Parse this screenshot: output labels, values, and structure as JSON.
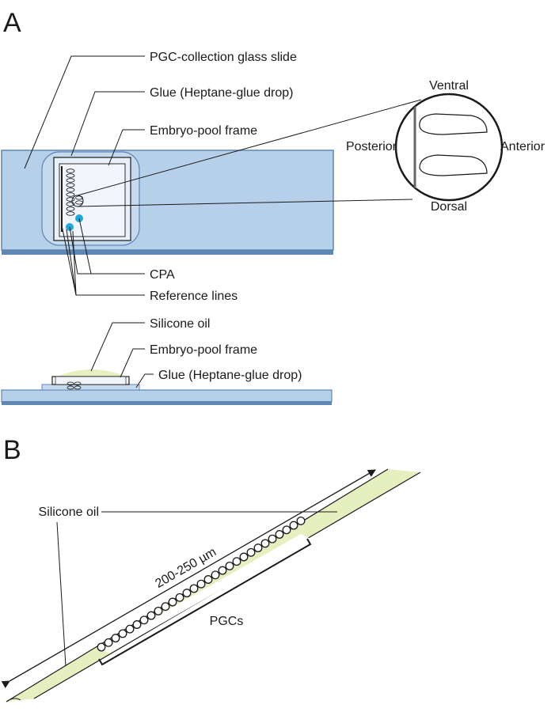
{
  "panels": {
    "a": "A",
    "b": "B"
  },
  "panel_a": {
    "top_view": {
      "slide_label": "PGC-collection glass slide",
      "glue_label": "Glue (Heptane-glue drop)",
      "frame_label": "Embryo-pool frame",
      "cpa_label": "CPA",
      "reference_label": "Reference lines"
    },
    "inset": {
      "ventral": "Ventral",
      "dorsal": "Dorsal",
      "posterior": "Posterior",
      "anterior": "Anterior"
    },
    "side_view": {
      "oil_label": "Silicone oil",
      "frame_label": "Embryo-pool frame",
      "glue_label": "Glue (Heptane-glue drop)"
    }
  },
  "panel_b": {
    "oil_label": "Silicone oil",
    "length_label": "200-250 µm",
    "pgcs_label": "PGCs"
  },
  "colors": {
    "slide": "#b7d0e9",
    "slide_edge": "#5f87b4",
    "oil": "#e6efbf",
    "cpa": "#1ba9df",
    "ink": "#1a1a1a"
  }
}
